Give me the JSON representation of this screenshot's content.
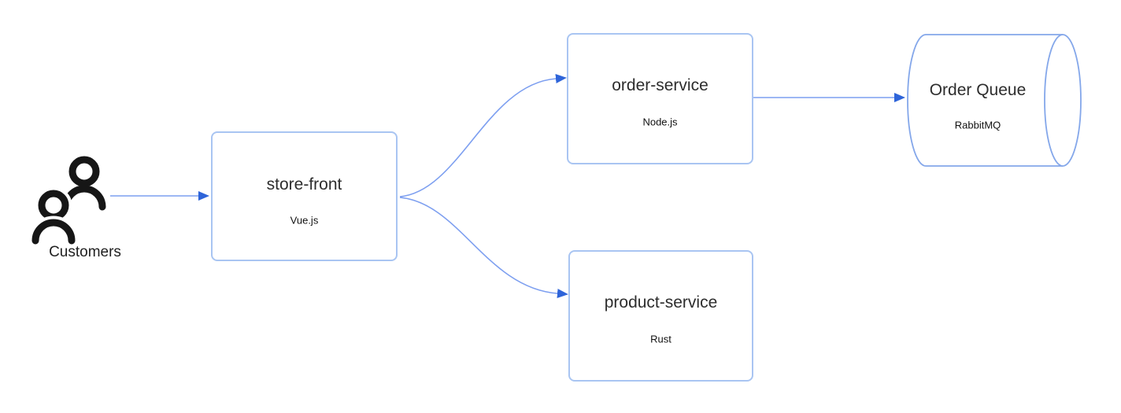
{
  "diagram": {
    "colors": {
      "background": "#ffffff",
      "connector_line": "#7d9ff0",
      "arrowhead": "#2e64d9",
      "service_box_border": "#a9c5f2",
      "queue_cylinder_border": "#84a7ea",
      "actor_icon": "#161616",
      "title_text": "#2d2d2d",
      "subtitle_text": "#111111"
    },
    "nodes": [
      {
        "id": "customers",
        "type": "actor",
        "icon": "people-icon",
        "label": "Customers"
      },
      {
        "id": "store-front",
        "type": "service-box",
        "title": "store-front",
        "subtitle": "Vue.js"
      },
      {
        "id": "order-service",
        "type": "service-box",
        "title": "order-service",
        "subtitle": "Node.js"
      },
      {
        "id": "product-service",
        "type": "service-box",
        "title": "product-service",
        "subtitle": "Rust"
      },
      {
        "id": "order-queue",
        "type": "queue-cylinder",
        "title": "Order Queue",
        "subtitle": "RabbitMQ"
      }
    ],
    "edges": [
      {
        "from": "customers",
        "to": "store-front",
        "style": "straight-arrow"
      },
      {
        "from": "store-front",
        "to": "order-service",
        "style": "curved-arrow"
      },
      {
        "from": "store-front",
        "to": "product-service",
        "style": "curved-arrow"
      },
      {
        "from": "order-service",
        "to": "order-queue",
        "style": "straight-arrow"
      }
    ]
  }
}
